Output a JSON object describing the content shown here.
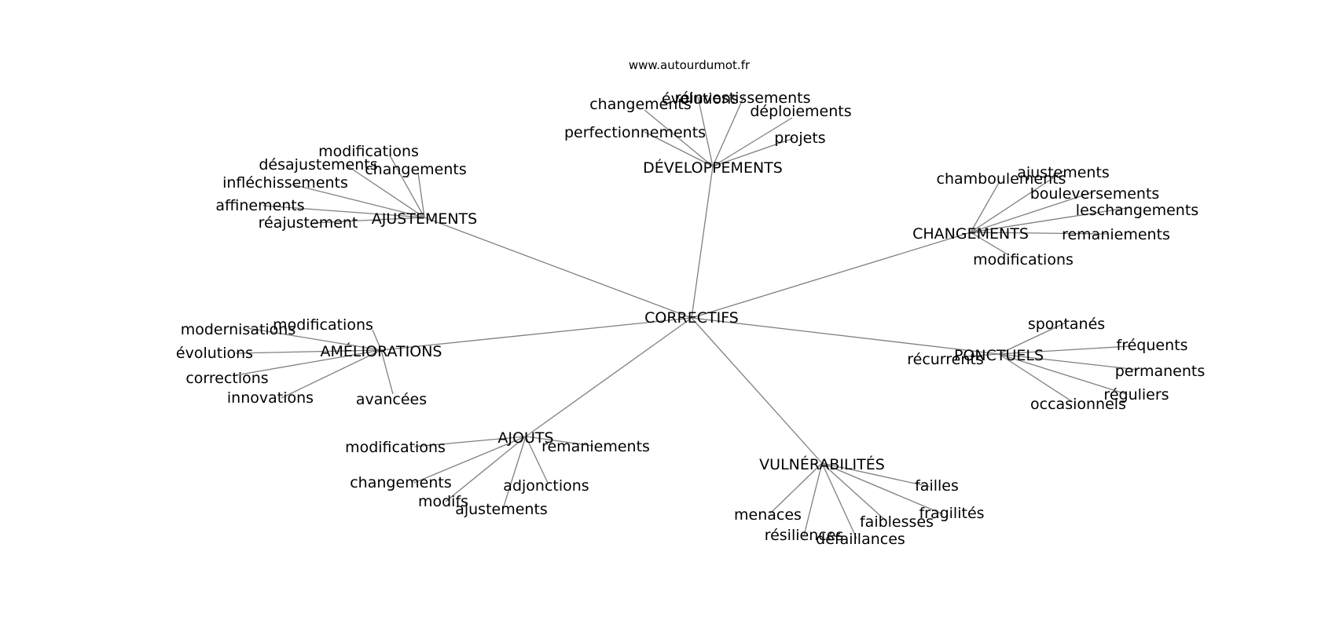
{
  "source": "www.autourdumot.fr",
  "center": "CORRECTIFS",
  "groups": [
    {
      "label": "DÉVELOPPEMENTS",
      "children": [
        "évolutions",
        "réinvestissements",
        "déploiements",
        "changements",
        "perfectionnements",
        "projets"
      ]
    },
    {
      "label": "AJUSTEMENTS",
      "children": [
        "modifications",
        "désajustements",
        "changements",
        "infléchissements",
        "affinements",
        "réajustement"
      ]
    },
    {
      "label": "CHANGEMENTS",
      "children": [
        "ajustements",
        "chamboulements",
        "bouleversements",
        "leschangements",
        "remaniements",
        "modifications"
      ]
    },
    {
      "label": "AMÉLIORATIONS",
      "children": [
        "modifications",
        "modernisations",
        "évolutions",
        "corrections",
        "innovations",
        "avancées"
      ]
    },
    {
      "label": "PONCTUELS",
      "children": [
        "spontanés",
        "fréquents",
        "récurrents",
        "permanents",
        "réguliers",
        "occasionnels"
      ]
    },
    {
      "label": "AJOUTS",
      "children": [
        "modifications",
        "remaniements",
        "changements",
        "modifs",
        "adjonctions",
        "ajustements"
      ]
    },
    {
      "label": "VULNÉRABILITÉS",
      "children": [
        "failles",
        "fragilités",
        "faiblesses",
        "menaces",
        "résiliences",
        "défaillances"
      ]
    }
  ]
}
